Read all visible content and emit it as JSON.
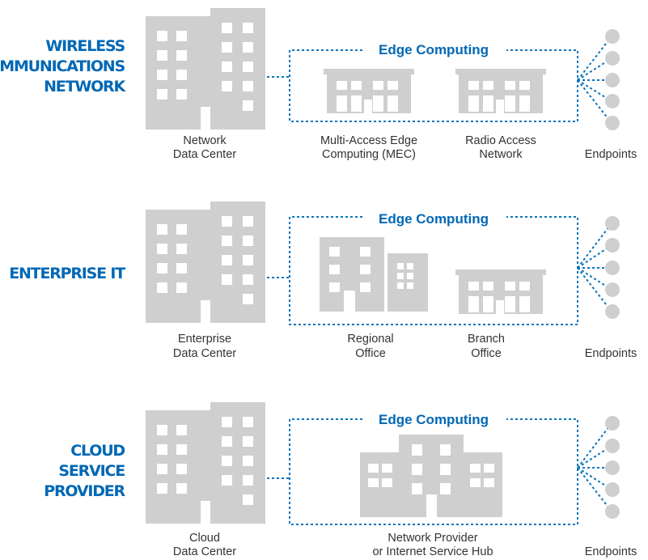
{
  "colors": {
    "accent": "#0068b5",
    "building": "#cfcfcf",
    "text": "#333333"
  },
  "rows": [
    {
      "title_lines": [
        "WIRELESS",
        "COMMUNICATIONS",
        "NETWORK"
      ],
      "datacenter_label": [
        "Network",
        "Data Center"
      ],
      "edge_title": "Edge Computing",
      "sites": [
        {
          "label": [
            "Multi-Access Edge",
            "Computing (MEC)"
          ]
        },
        {
          "label": [
            "Radio Access",
            "Network"
          ]
        }
      ],
      "endpoints_label": "Endpoints"
    },
    {
      "title_lines": [
        "ENTERPRISE IT"
      ],
      "datacenter_label": [
        "Enterprise",
        "Data Center"
      ],
      "edge_title": "Edge Computing",
      "sites": [
        {
          "label": [
            "Regional",
            "Office"
          ]
        },
        {
          "label": [
            "Branch",
            "Office"
          ]
        }
      ],
      "endpoints_label": "Endpoints"
    },
    {
      "title_lines": [
        "CLOUD",
        "SERVICE",
        "PROVIDER"
      ],
      "datacenter_label": [
        "Cloud",
        "Data Center"
      ],
      "edge_title": "Edge Computing",
      "sites": [
        {
          "label": [
            "Network Provider",
            "or Internet Service Hub"
          ]
        }
      ],
      "endpoints_label": "Endpoints"
    }
  ]
}
